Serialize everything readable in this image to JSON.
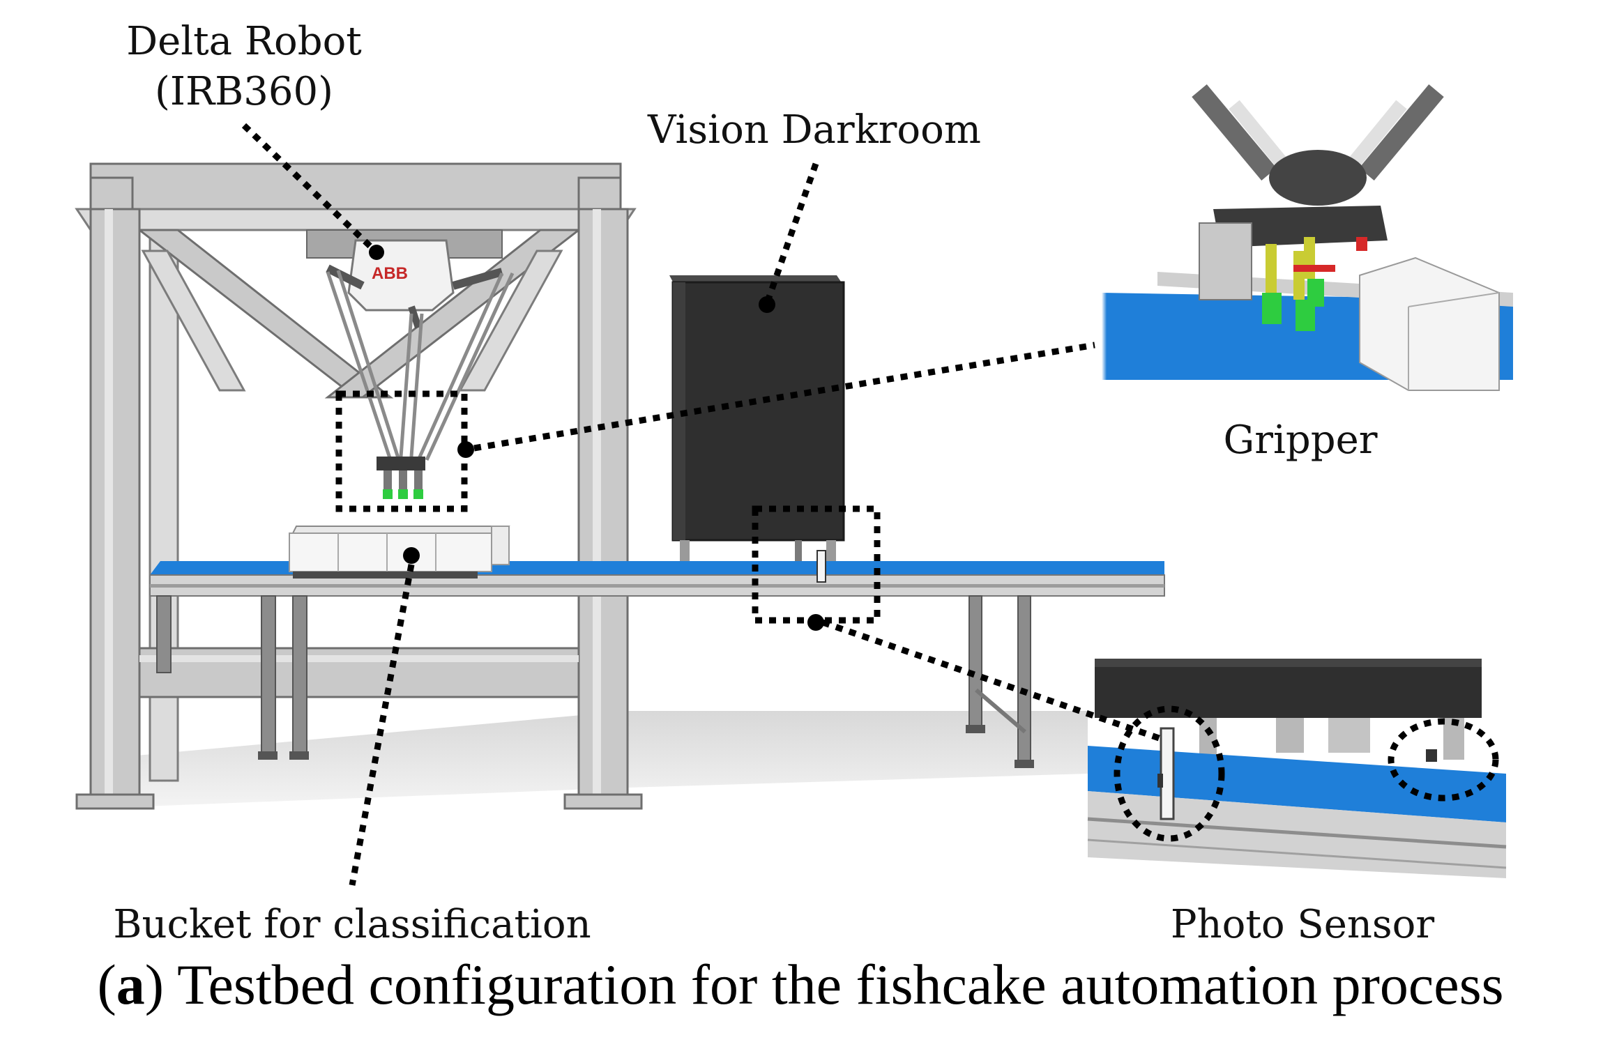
{
  "labels": {
    "delta_robot_line1": "Delta Robot",
    "delta_robot_line2": "(IRB360)",
    "vision_darkroom": "Vision Darkroom",
    "gripper": "Gripper",
    "bucket": "Bucket for classification",
    "photo_sensor": "Photo Sensor",
    "robot_logo": "ABB"
  },
  "caption": {
    "letter": "a",
    "text": " Testbed configuration for the fishcake automation process"
  },
  "colors": {
    "conveyor_belt": "#1f7fd9",
    "frame": "#c9c9c9",
    "darkroom": "#2f2f2f",
    "logo": "#c62828",
    "suction_cup": "#2ecc40"
  }
}
